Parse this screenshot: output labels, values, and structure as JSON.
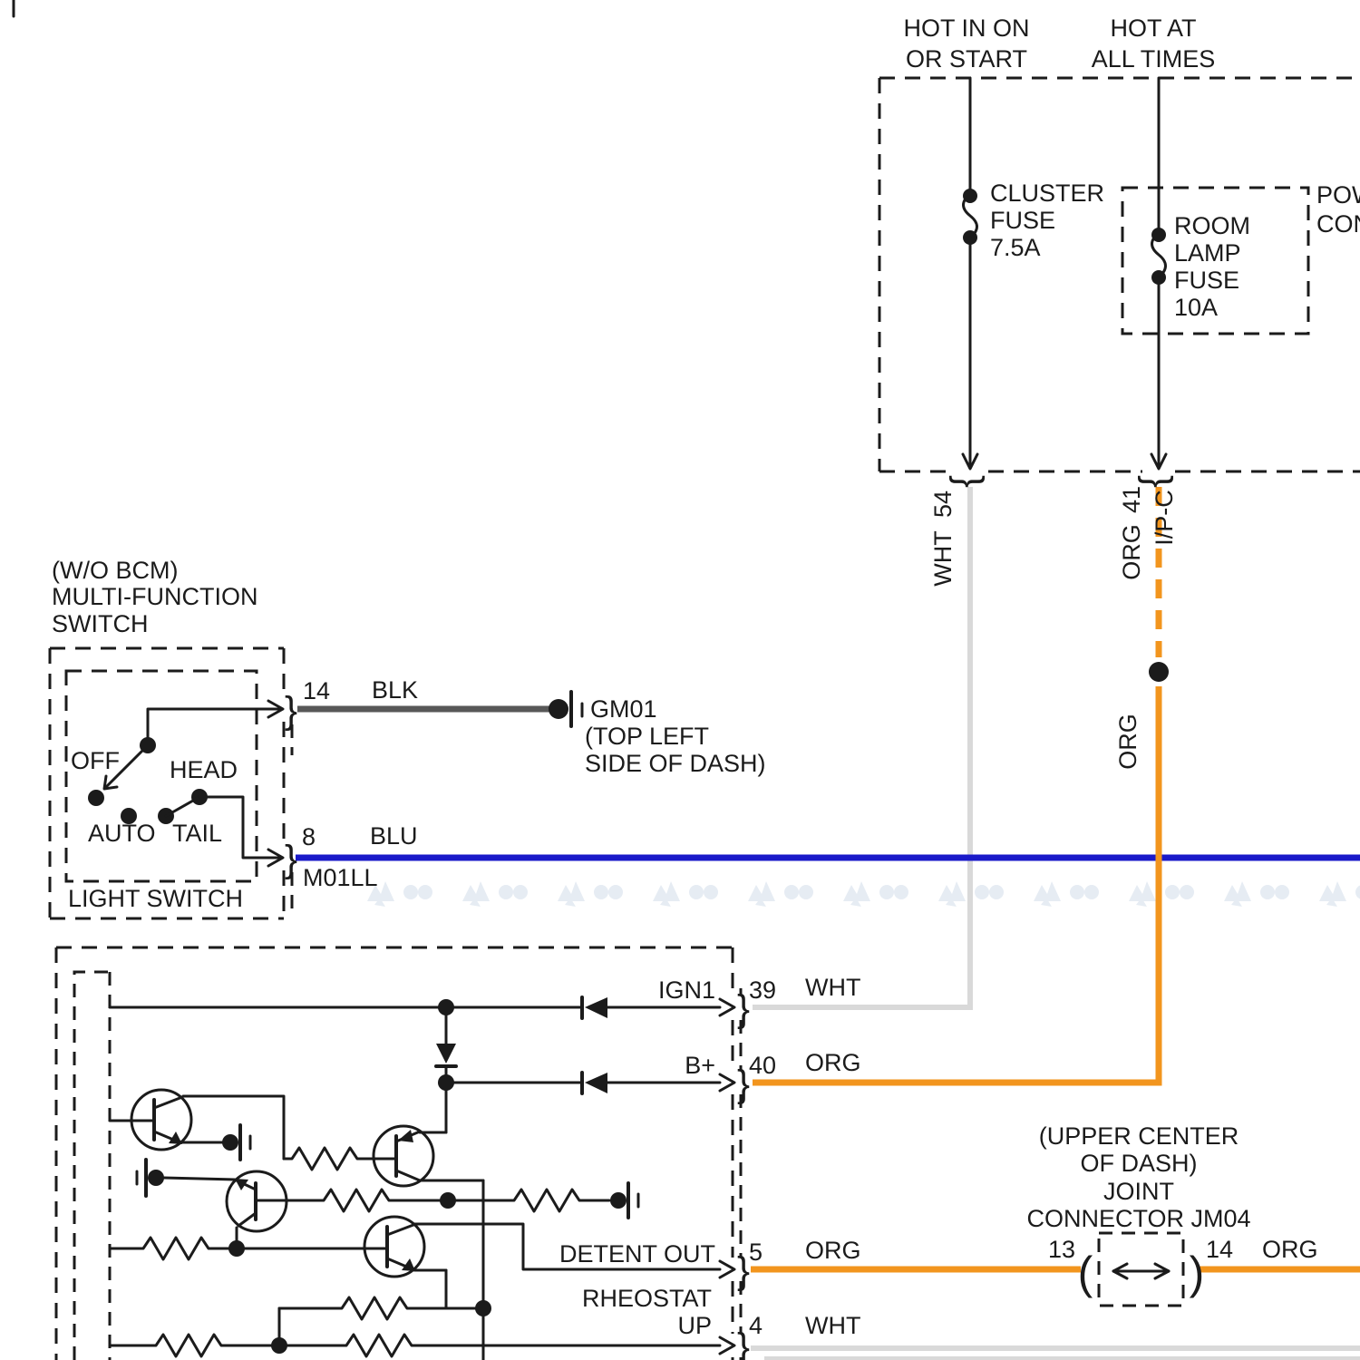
{
  "colors": {
    "orange": "#F2951E",
    "blue": "#1A1AC9",
    "wht_wire": "#D9D9D9",
    "blk_wire": "#585858",
    "line": "#1B1B1B"
  },
  "symbols": {
    "pin_bracket": "}",
    "paren_left": "(",
    "paren_right": ")"
  },
  "power": {
    "hot_left": [
      "HOT IN ON",
      "OR START"
    ],
    "hot_right": [
      "HOT AT",
      "ALL TIMES"
    ],
    "cluster_fuse": [
      "CLUSTER",
      "FUSE",
      "7.5A"
    ],
    "room_fuse": [
      "ROOM",
      "LAMP",
      "FUSE",
      "10A"
    ],
    "clipped": [
      "POW",
      "CON"
    ]
  },
  "feeds": {
    "wht": {
      "pin": "54",
      "color": "WHT"
    },
    "org": {
      "pin": "41",
      "color": "ORG",
      "connector": "I/P-C",
      "mid_color": "ORG"
    }
  },
  "sw": {
    "title": [
      "(W/O BCM)",
      "MULTI-FUNCTION",
      "SWITCH"
    ],
    "off": "OFF",
    "head": "HEAD",
    "auto": "AUTO",
    "tail": "TAIL",
    "box_label": "LIGHT SWITCH",
    "pin14_num": "14",
    "pin14_color": "BLK",
    "pin8_num": "8",
    "pin8_color": "BLU",
    "splice": "M01LL"
  },
  "gm01": {
    "name": "GM01",
    "loc": [
      "(TOP LEFT",
      "SIDE OF DASH)"
    ]
  },
  "module": {
    "pin39": {
      "name": "IGN1",
      "num": "39",
      "color": "WHT"
    },
    "pin40": {
      "name": "B+",
      "num": "40",
      "color": "ORG"
    },
    "pin5": {
      "name": "DETENT OUT",
      "num": "5",
      "color": "ORG"
    },
    "pin4": {
      "name1": "RHEOSTAT",
      "name2": "UP",
      "num": "4",
      "color": "WHT"
    }
  },
  "jm04": {
    "title": [
      "(UPPER CENTER",
      "OF DASH)",
      "JOINT",
      "CONNECTOR JM04"
    ],
    "pin_left": "13",
    "pin_right": "14",
    "wire_color": "ORG"
  }
}
